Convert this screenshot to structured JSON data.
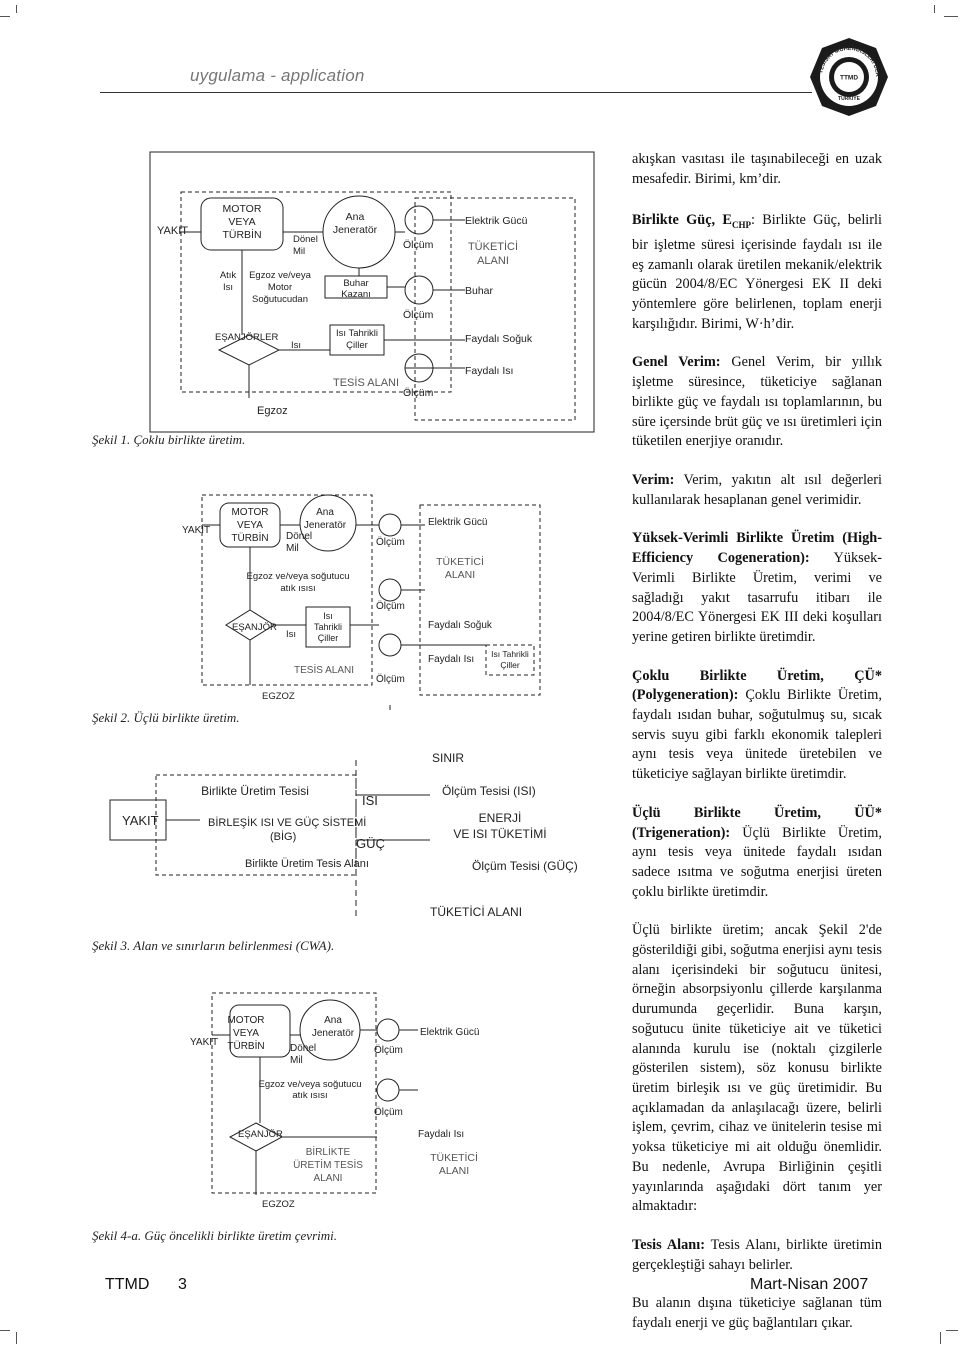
{
  "header": {
    "section": "uygulama - application",
    "logo_text": "TÜRK TESİSAT MÜHENDİSLERİ DERNEĞİ",
    "logo_country": "TÜRKİYE",
    "logo_mark": "TTMD"
  },
  "fig1": {
    "yakit": "YAKIT",
    "motor": [
      "MOTOR",
      "VEYA",
      "TÜRBİN"
    ],
    "donel": [
      "Dönel",
      "Mil"
    ],
    "ana_jen": [
      "Ana",
      "Jeneratör"
    ],
    "atik": [
      "Atık",
      "Isı"
    ],
    "egzoz_sog": [
      "Egzoz ve/veya",
      "Motor",
      "Soğutucudan"
    ],
    "buhar_kaz": [
      "Buhar",
      "Kazanı"
    ],
    "esanjorler": "EŞANJÖRLER",
    "isi": "Isı",
    "isi_tahrik": [
      "Isı Tahrikli",
      "Çiller"
    ],
    "tesis": "TESİS ALANI",
    "egzoz": "Egzoz",
    "olcum": "Ölçüm",
    "elektrik": "Elektrik Gücü",
    "tuketici": [
      "TÜKETİCİ",
      "ALANI"
    ],
    "buhar": "Buhar",
    "faydali_soguk": "Faydalı Soğuk",
    "faydali_isi": "Faydalı Isı",
    "caption": "Şekil 1. Çoklu birlikte üretim."
  },
  "fig2": {
    "yakit": "YAKIT",
    "motor": [
      "MOTOR",
      "VEYA",
      "TÜRBİN"
    ],
    "donel": [
      "Dönel",
      "Mil"
    ],
    "ana_jen": [
      "Ana",
      "Jeneratör"
    ],
    "egzoz_atik": [
      "Egzoz ve/veya soğutucu",
      "atık ısısı"
    ],
    "esanjor": "EŞANJÖR",
    "isi": "Isı",
    "isi_tahrik": [
      "Isı",
      "Tahrikli",
      "Çiller"
    ],
    "tesis": "TESİS ALANI",
    "egzoz": "EGZOZ",
    "olcum": "Ölçüm",
    "elektrik": "Elektrik Gücü",
    "tuketici": [
      "TÜKETİCİ",
      "ALANI"
    ],
    "faydali_soguk": "Faydalı Soğuk",
    "faydali_isi": "Faydalı Isı",
    "isi_tahrik2": [
      "Isı Tahrikli",
      "Çiller"
    ],
    "caption": "Şekil 2. Üçlü birlikte üretim."
  },
  "fig3": {
    "yakit": "YAKIT",
    "birlikte_tesisi": "Birlikte Üretim Tesisi",
    "birlesik": "BİRLEŞİK ISI VE GÜÇ SİSTEMİ",
    "big": "(BİG)",
    "tesis_alani": "Birlikte Üretim Tesis Alanı",
    "isi": "ISI",
    "guc": "GÜÇ",
    "sinir": "SINIR",
    "olcum_isi": "Ölçüm Tesisi (ISI)",
    "enerji": [
      "ENERJİ",
      "VE ISI TÜKETİMİ"
    ],
    "olcum_guc": "Ölçüm Tesisi (GÜÇ)",
    "tuketici": "TÜKETİCİ ALANI",
    "caption": "Şekil 3. Alan ve sınırların belirlenmesi (CWA)."
  },
  "fig4": {
    "yakit": "YAKIT",
    "motor": [
      "MOTOR",
      "VEYA",
      "TÜRBİN"
    ],
    "donel": [
      "Dönel",
      "Mil"
    ],
    "ana_jen": [
      "Ana",
      "Jeneratör"
    ],
    "egzoz_atik": [
      "Egzoz ve/veya soğutucu",
      "atık ısısı"
    ],
    "esanjor": "EŞANJÖR",
    "birlikte": [
      "BİRLİKTE",
      "ÜRETİM TESİS",
      "ALANI"
    ],
    "egzoz": "EGZOZ",
    "olcum": "Ölçüm",
    "elektrik": "Elektrik Gücü",
    "faydali_isi": "Faydalı Isı",
    "tuketici": [
      "TÜKETİCİ",
      "ALANI"
    ],
    "caption": "Şekil 4-a. Güç öncelikli birlikte üretim çevrimi."
  },
  "text": {
    "p0": "akışkan vasıtası ile taşınabileceği en uzak mesafedir. Birimi, km’dir.",
    "p1_term": "Birlikte Güç, E",
    "p1_sub": "CHP",
    "p1_body": ": Birlikte Güç, belirli bir işletme süresi içerisinde faydalı ısı ile eş zamanlı olarak üretilen mekanik/elektrik gücün 2004/8/EC Yönergesi EK II deki yöntemlere göre belirlenen, toplam enerji karşılığıdır. Birimi, W·h’dir.",
    "p2_term": "Genel Verim:",
    "p2_body": " Genel Verim, bir yıllık işletme süresince, tüketiciye sağlanan birlikte güç ve faydalı ısı toplamlarının, bu süre içersinde brüt güç ve ısı üretimleri için tüketilen enerjiye oranıdır.",
    "p3_term": "Verim:",
    "p3_body": " Verim, yakıtın alt ısıl değerleri kullanılarak hesaplanan genel verimidir.",
    "p4_term": "Yüksek-Verimli Birlikte Üretim (High-Efficiency Cogeneration):",
    "p4_body": " Yüksek-Verimli Birlikte Üretim, verimi ve sağladığı yakıt tasarrufu itibarı ile 2004/8/EC Yönergesi EK III deki koşulları yerine getiren birlikte üretimdir.",
    "p5_term": "Çoklu Birlikte Üretim, ÇÜ* (Polygeneration):",
    "p5_body": " Çoklu Birlikte Üretim, faydalı ısıdan buhar, soğutulmuş su, sıcak servis suyu gibi farklı ekonomik talepleri aynı tesis veya ünitede üretebilen ve tüketiciye sağlayan birlikte üretimdir.",
    "p6_term": "Üçlü Birlikte Üretim, ÜÜ* (Trigeneration):",
    "p6_body": " Üçlü Birlikte Üretim, aynı tesis veya ünitede faydalı ısıdan sadece ısıtma ve soğutma enerjisi üreten çoklu birlikte üretimdir.",
    "p7": "Üçlü birlikte üretim; ancak Şekil 2'de gösterildiği gibi, soğutma enerjisi aynı tesis alanı içerisindeki bir soğutucu ünitesi, örneğin absorpsiyonlu çillerde karşılanma durumunda geçerlidir. Buna karşın, soğutucu ünite tüketiciye ait ve tüketici alanında kurulu ise (noktalı çizgilerle gösterilen sistem), söz konusu birlikte üretim birleşik ısı ve güç üretimidir. Bu açıklamadan da anlaşılacağı üzere, belirli işlem, çevrim, cihaz ve ünitelerin tesise mi yoksa tüketiciye mi ait olduğu önemlidir. Bu nedenle, Avrupa Birliğinin çeşitli yayınlarında aşağıdaki dört tanım yer almaktadır:",
    "p8_term": "Tesis Alanı:",
    "p8_body": " Tesis Alanı, birlikte üretimin gerçekleştiği sahayı belirler.",
    "p9": "Bu alanın dışına tüketiciye sağlanan tüm faydalı enerji ve güç bağlantıları çıkar."
  },
  "footer": {
    "left": "TTMD",
    "page": "3",
    "right": "Mart-Nisan 2007"
  }
}
